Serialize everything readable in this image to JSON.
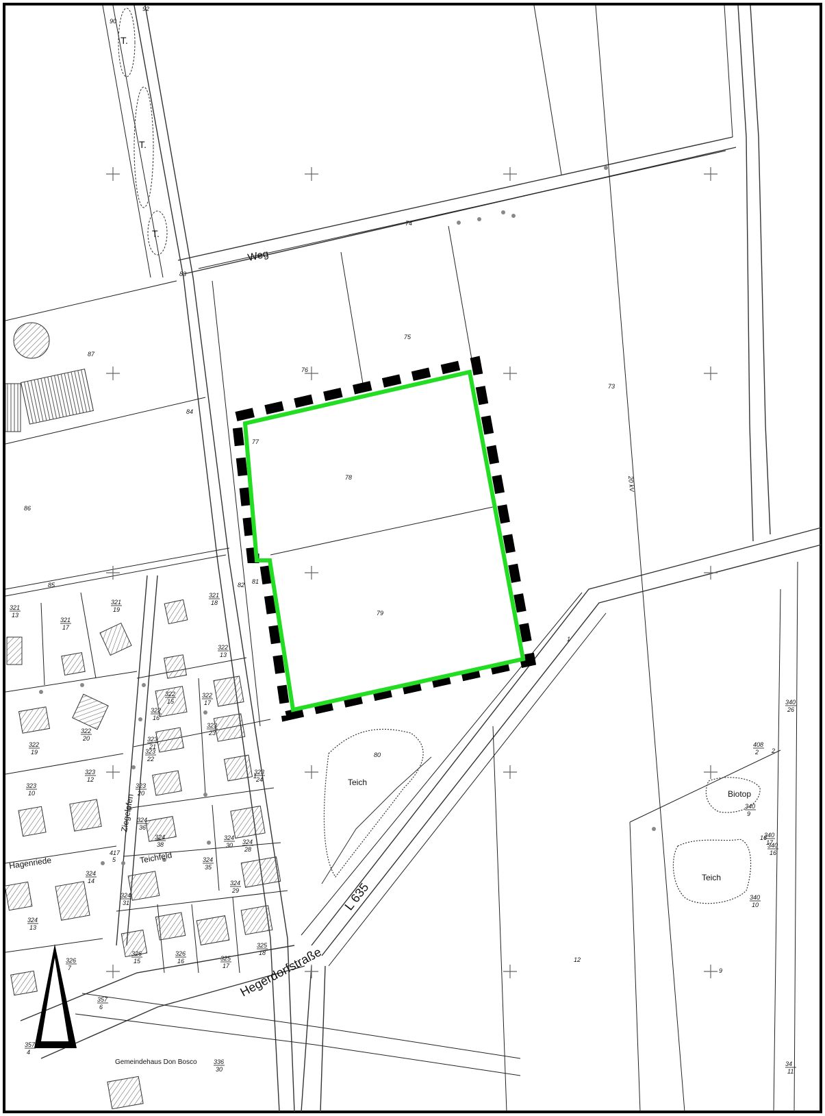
{
  "map": {
    "street_labels": {
      "weg": "Weg",
      "hegerdorfstrasse": "Hegerdorfstraße",
      "l635": "L 635",
      "ziegelofen": "Ziegelofen",
      "teichfeld": "Teichfeld",
      "hagenriede": "Hagenriede",
      "kv": "20 kV"
    },
    "place_labels": {
      "teich_1": "Teich",
      "teich_2": "Teich",
      "biotop": "Biotop",
      "gemeindehaus": "Gemeindehaus Don Bosco"
    },
    "tree_labels": [
      "T.",
      "T.",
      "T."
    ],
    "parcel_numbers": {
      "p90": "90",
      "p92": "92",
      "p74": "74",
      "p83": "83",
      "p75": "75",
      "p76": "76",
      "p73": "73",
      "p87": "87",
      "p84": "84",
      "p77": "77",
      "p78": "78",
      "p79": "79",
      "p86": "86",
      "p85": "85",
      "p82": "82",
      "p81": "81",
      "p80": "80",
      "p12": "12",
      "p1": "1",
      "p9": "9",
      "p417": "417",
      "p5": "5",
      "p2": "2",
      "p16": "16"
    },
    "fractions": [
      {
        "num": "321",
        "den": "18"
      },
      {
        "num": "321",
        "den": "19"
      },
      {
        "num": "321",
        "den": "17"
      },
      {
        "num": "321",
        "den": "13"
      },
      {
        "num": "322",
        "den": "13"
      },
      {
        "num": "322",
        "den": "15"
      },
      {
        "num": "322",
        "den": "17"
      },
      {
        "num": "322",
        "den": "16"
      },
      {
        "num": "322",
        "den": "20"
      },
      {
        "num": "322",
        "den": "19"
      },
      {
        "num": "323",
        "den": "21"
      },
      {
        "num": "323",
        "den": "22"
      },
      {
        "num": "323",
        "den": "23"
      },
      {
        "num": "323",
        "den": "12"
      },
      {
        "num": "323",
        "den": "10"
      },
      {
        "num": "323",
        "den": "20"
      },
      {
        "num": "323",
        "den": "24"
      },
      {
        "num": "324",
        "den": "36"
      },
      {
        "num": "324",
        "den": "38"
      },
      {
        "num": "324",
        "den": "30"
      },
      {
        "num": "324",
        "den": "28"
      },
      {
        "num": "324",
        "den": "35"
      },
      {
        "num": "324",
        "den": "14"
      },
      {
        "num": "324",
        "den": "31"
      },
      {
        "num": "324",
        "den": "29"
      },
      {
        "num": "324",
        "den": "13"
      },
      {
        "num": "326",
        "den": "7"
      },
      {
        "num": "326",
        "den": "15"
      },
      {
        "num": "326",
        "den": "16"
      },
      {
        "num": "325",
        "den": "17"
      },
      {
        "num": "325",
        "den": "18"
      },
      {
        "num": "357",
        "den": "6"
      },
      {
        "num": "357",
        "den": "4"
      },
      {
        "num": "336",
        "den": "30"
      },
      {
        "num": "340",
        "den": "9"
      },
      {
        "num": "340",
        "den": "16"
      },
      {
        "num": "340",
        "den": "10"
      },
      {
        "num": "340",
        "den": "26"
      },
      {
        "num": "408",
        "den": "2"
      },
      {
        "num": "340",
        "den": "17"
      },
      {
        "num": "34",
        "den": "11"
      }
    ],
    "colors": {
      "plan_area_outline": "#22dd22",
      "plan_area_dash": "#000000",
      "north_arrow": "#000000"
    },
    "icons": {
      "north_arrow": "north-arrow-icon"
    }
  }
}
